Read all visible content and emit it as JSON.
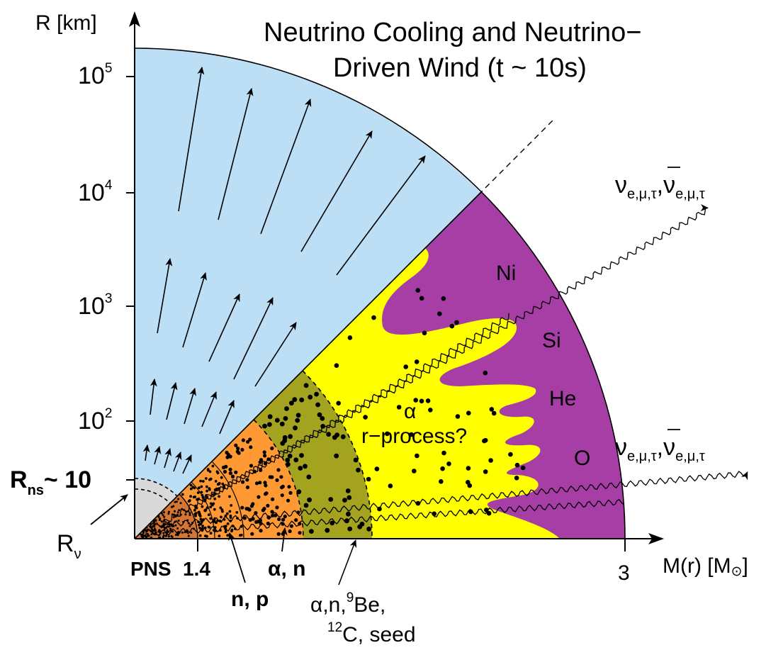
{
  "title": {
    "line1": "Neutrino Cooling and Neutrino−",
    "line2": "Driven Wind  (t ~ 10s)"
  },
  "axes": {
    "y_label": "R [km]",
    "x_label_main": "M(r) [M",
    "x_label_close": "]",
    "x_unit_symbol": "⊙",
    "y_ticks": [
      {
        "base": "10",
        "exp": "5"
      },
      {
        "base": "10",
        "exp": "4"
      },
      {
        "base": "10",
        "exp": "3"
      },
      {
        "base": "10",
        "exp": "2"
      }
    ],
    "x_ticks": [
      "1.4",
      "3"
    ]
  },
  "labels": {
    "rns_R": "R",
    "rns_sub": "ns",
    "rns_value": "~ 10",
    "rnu_R": "R",
    "rnu_sub": "ν",
    "pns": "PNS",
    "np": "n, p",
    "alpha_n": "α, n",
    "seed_line1_a": "α,n,",
    "seed_line1_sup": "9",
    "seed_line1_b": "Be,",
    "seed_line2_sup": "12",
    "seed_line2_b": "C, seed",
    "alpha": "α",
    "rprocess": "r−process?",
    "shells": [
      "Ni",
      "Si",
      "He",
      "O"
    ],
    "neutrino_main": "ν",
    "neutrino_bar": "ν",
    "neutrino_sub": "e,μ,τ",
    "neutrino_comma": ","
  },
  "colors": {
    "wind": "#bcdff5",
    "envelope": "#a63ea6",
    "alpha_zone": "#ffff00",
    "seed_zone": "#a3a320",
    "np_zone": "#ff9933",
    "pns_zone": "#d47533",
    "neutrinosphere": "#d9d9d9"
  }
}
